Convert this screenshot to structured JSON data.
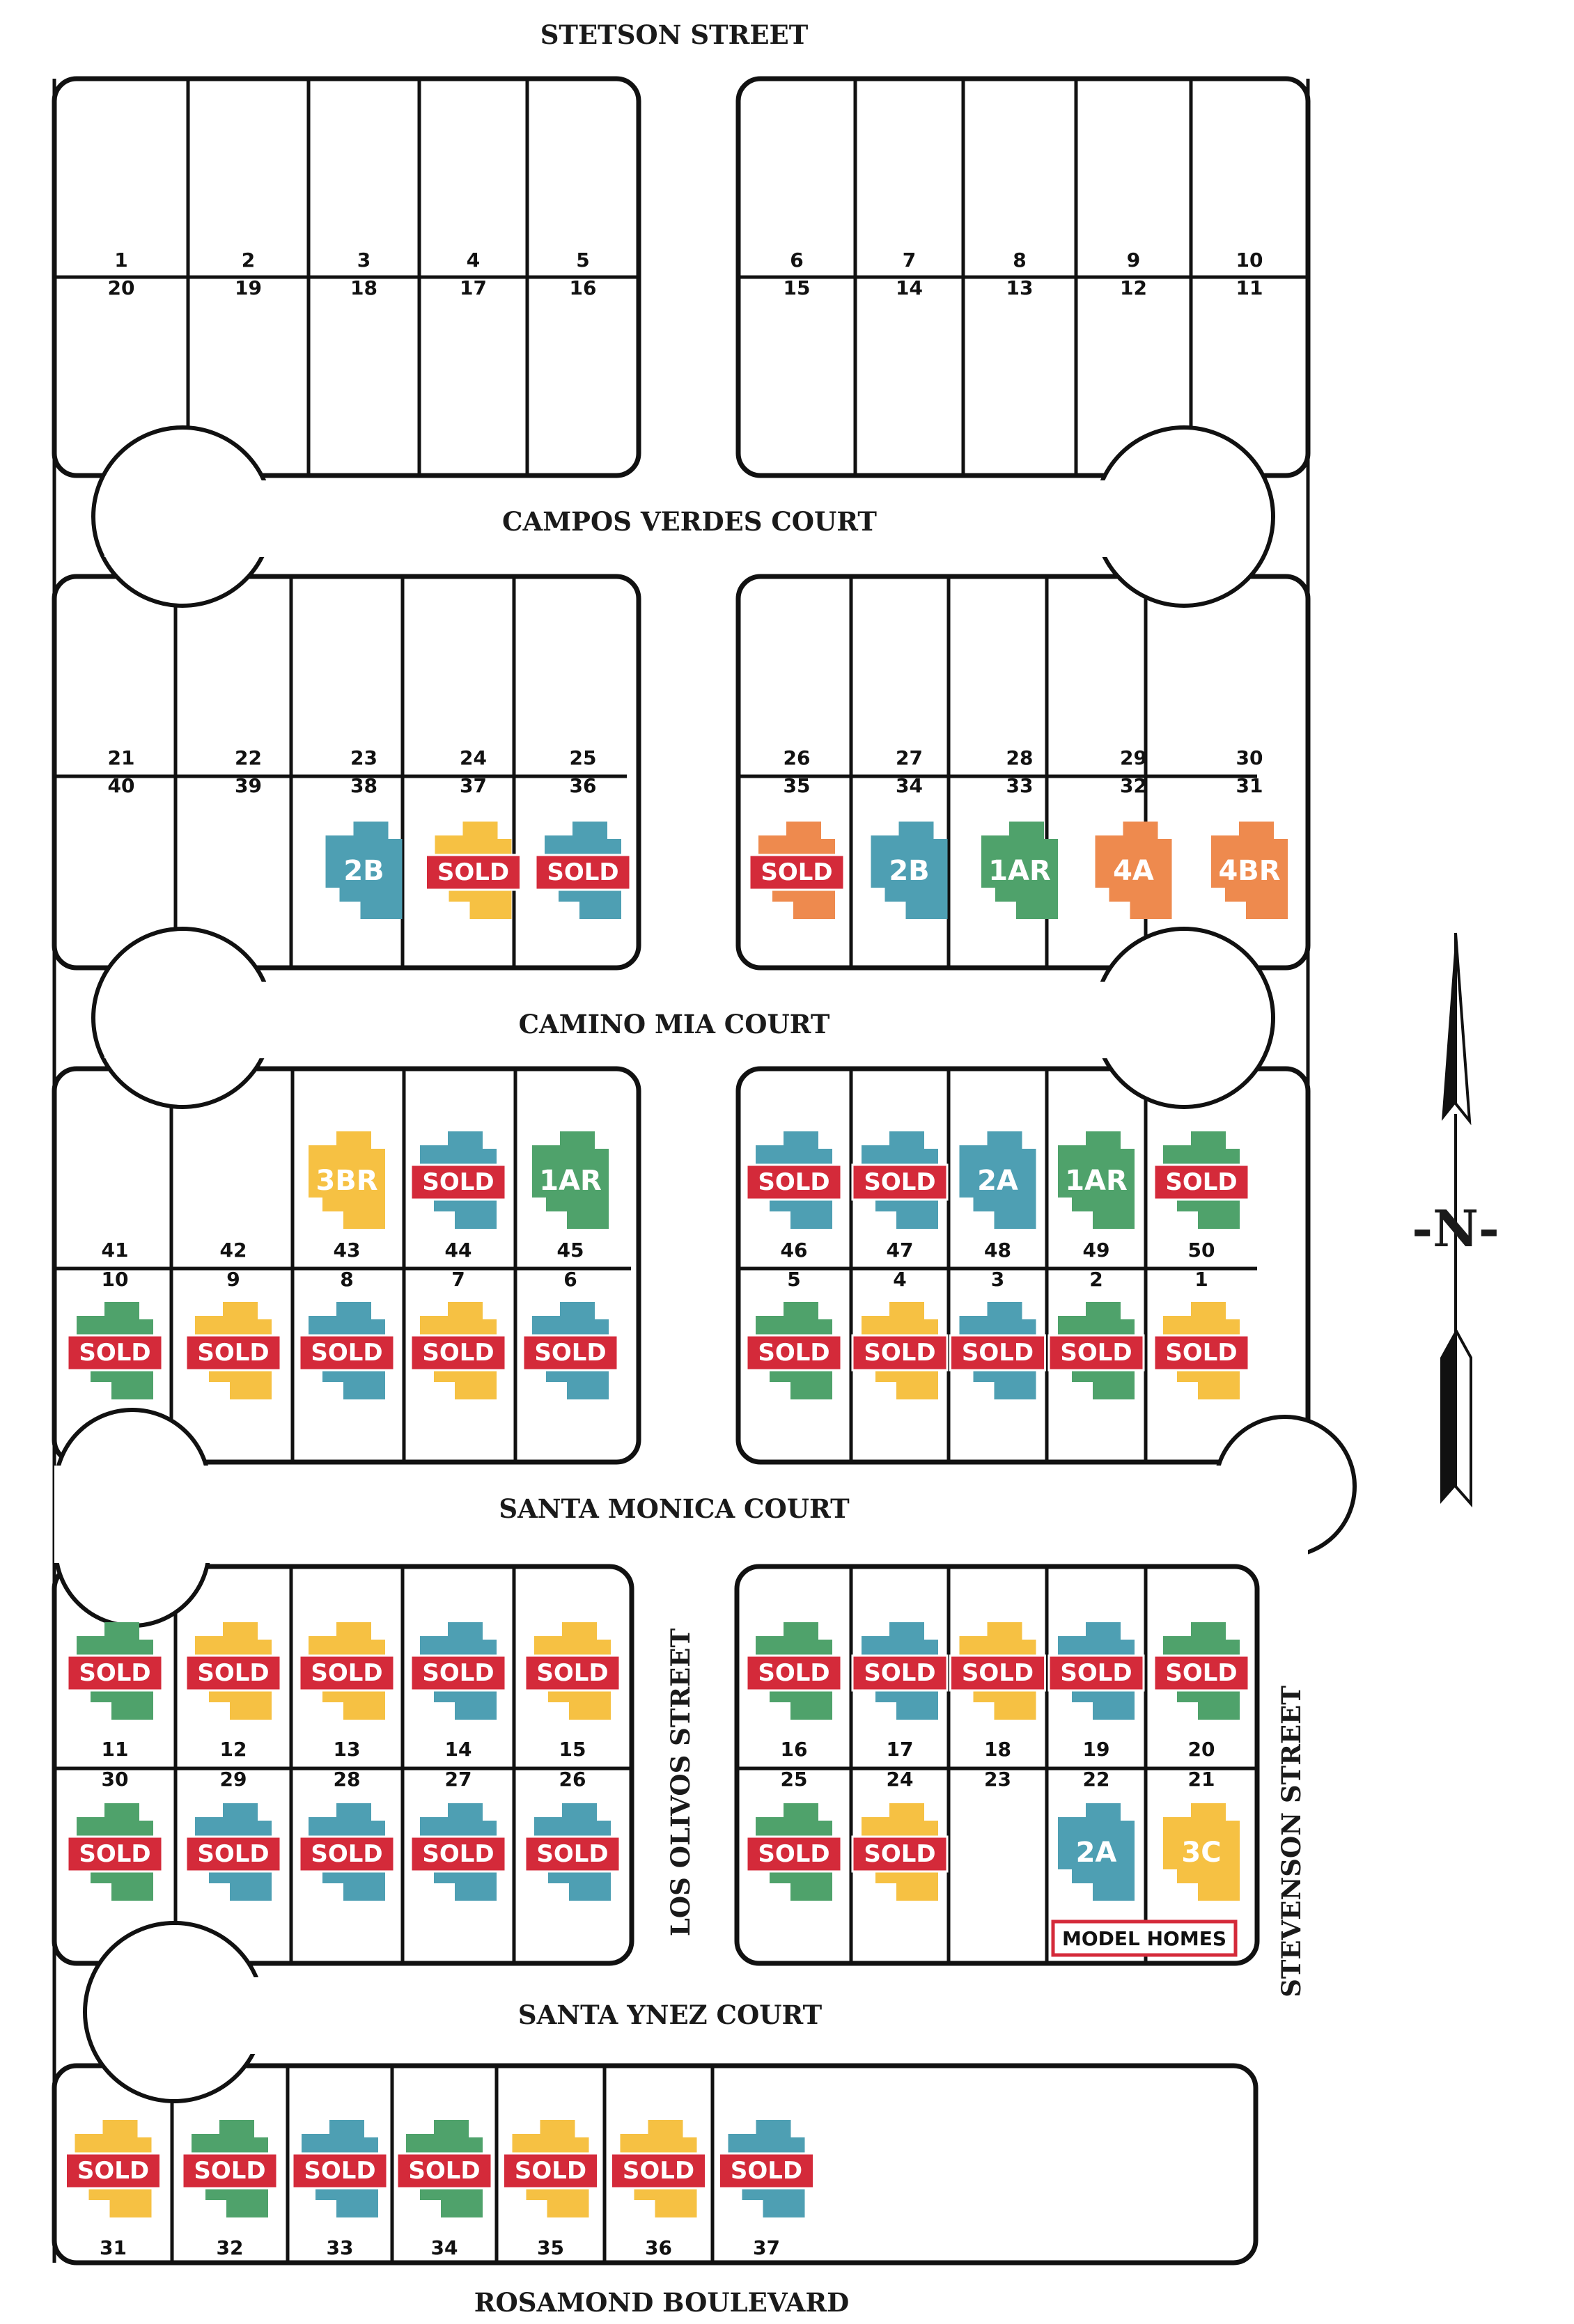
{
  "colors": {
    "teal": "#4E9FB3",
    "yellow": "#F6C143",
    "green": "#4FA26B",
    "orange": "#EE8A4E",
    "sold_red": "#D42A3A",
    "outline": "#111111"
  },
  "sold_label": "SOLD",
  "model_homes_label": "MODEL HOMES",
  "compass": {
    "label": "-N-",
    "icon": "north-arrow-icon"
  },
  "streets": {
    "stetson": "STETSON STREET",
    "campos_verdes": "CAMPOS VERDES COURT",
    "camino_mia": "CAMINO MIA COURT",
    "santa_monica": "SANTA MONICA COURT",
    "los_olivos": "LOS OLIVOS STREET",
    "stevenson": "STEVENSON STREET",
    "santa_ynez": "SANTA YNEZ COURT",
    "rosamond": "ROSAMOND BOULEVARD"
  },
  "lots": [
    {
      "num": "1"
    },
    {
      "num": "2"
    },
    {
      "num": "3"
    },
    {
      "num": "4"
    },
    {
      "num": "5"
    },
    {
      "num": "6"
    },
    {
      "num": "7"
    },
    {
      "num": "8"
    },
    {
      "num": "9"
    },
    {
      "num": "10"
    },
    {
      "num": "20"
    },
    {
      "num": "19"
    },
    {
      "num": "18"
    },
    {
      "num": "17"
    },
    {
      "num": "16"
    },
    {
      "num": "15"
    },
    {
      "num": "14"
    },
    {
      "num": "13"
    },
    {
      "num": "12"
    },
    {
      "num": "11"
    },
    {
      "num": "21"
    },
    {
      "num": "22"
    },
    {
      "num": "23"
    },
    {
      "num": "24"
    },
    {
      "num": "25"
    },
    {
      "num": "26"
    },
    {
      "num": "27"
    },
    {
      "num": "28"
    },
    {
      "num": "29"
    },
    {
      "num": "30"
    },
    {
      "num": "40"
    },
    {
      "num": "39"
    },
    {
      "num": "38",
      "color": "teal",
      "plan": "2B"
    },
    {
      "num": "37",
      "color": "yellow",
      "sold": true
    },
    {
      "num": "36",
      "color": "teal",
      "sold": true
    },
    {
      "num": "35",
      "color": "orange",
      "sold": true
    },
    {
      "num": "34",
      "color": "teal",
      "plan": "2B"
    },
    {
      "num": "33",
      "color": "green",
      "plan": "1AR"
    },
    {
      "num": "32",
      "color": "orange",
      "plan": "4A"
    },
    {
      "num": "31",
      "color": "orange",
      "plan": "4BR"
    },
    {
      "num": "41"
    },
    {
      "num": "42"
    },
    {
      "num": "43",
      "color": "yellow",
      "plan": "3BR"
    },
    {
      "num": "44",
      "color": "teal",
      "sold": true
    },
    {
      "num": "45",
      "color": "green",
      "plan": "1AR"
    },
    {
      "num": "46",
      "color": "teal",
      "sold": true
    },
    {
      "num": "47",
      "color": "teal",
      "sold": true
    },
    {
      "num": "48",
      "color": "teal",
      "plan": "2A"
    },
    {
      "num": "49",
      "color": "green",
      "plan": "1AR"
    },
    {
      "num": "50",
      "color": "green",
      "sold": true
    },
    {
      "num": "10",
      "color": "green",
      "sold": true
    },
    {
      "num": "9",
      "color": "yellow",
      "sold": true
    },
    {
      "num": "8",
      "color": "teal",
      "sold": true
    },
    {
      "num": "7",
      "color": "yellow",
      "sold": true
    },
    {
      "num": "6",
      "color": "teal",
      "sold": true
    },
    {
      "num": "5",
      "color": "green",
      "sold": true
    },
    {
      "num": "4",
      "color": "yellow",
      "sold": true
    },
    {
      "num": "3",
      "color": "teal",
      "sold": true
    },
    {
      "num": "2",
      "color": "green",
      "sold": true
    },
    {
      "num": "1",
      "color": "yellow",
      "sold": true
    },
    {
      "num": "11",
      "color": "green",
      "sold": true
    },
    {
      "num": "12",
      "color": "yellow",
      "sold": true
    },
    {
      "num": "13",
      "color": "yellow",
      "sold": true
    },
    {
      "num": "14",
      "color": "teal",
      "sold": true
    },
    {
      "num": "15",
      "color": "yellow",
      "sold": true
    },
    {
      "num": "16",
      "color": "green",
      "sold": true
    },
    {
      "num": "17",
      "color": "teal",
      "sold": true
    },
    {
      "num": "18",
      "color": "yellow",
      "sold": true
    },
    {
      "num": "19",
      "color": "teal",
      "sold": true
    },
    {
      "num": "20",
      "color": "green",
      "sold": true
    },
    {
      "num": "30",
      "color": "green",
      "sold": true
    },
    {
      "num": "29",
      "color": "teal",
      "sold": true
    },
    {
      "num": "28",
      "color": "teal",
      "sold": true
    },
    {
      "num": "27",
      "color": "teal",
      "sold": true
    },
    {
      "num": "26",
      "color": "teal",
      "sold": true
    },
    {
      "num": "25",
      "color": "green",
      "sold": true
    },
    {
      "num": "24",
      "color": "yellow",
      "sold": true
    },
    {
      "num": "23"
    },
    {
      "num": "22",
      "color": "teal",
      "plan": "2A",
      "model": true
    },
    {
      "num": "21",
      "color": "yellow",
      "plan": "3C",
      "model": true
    },
    {
      "num": "31",
      "color": "yellow",
      "sold": true
    },
    {
      "num": "32",
      "color": "green",
      "sold": true
    },
    {
      "num": "33",
      "color": "teal",
      "sold": true
    },
    {
      "num": "34",
      "color": "green",
      "sold": true
    },
    {
      "num": "35",
      "color": "yellow",
      "sold": true
    },
    {
      "num": "36",
      "color": "yellow",
      "sold": true
    },
    {
      "num": "37",
      "color": "teal",
      "sold": true
    }
  ]
}
